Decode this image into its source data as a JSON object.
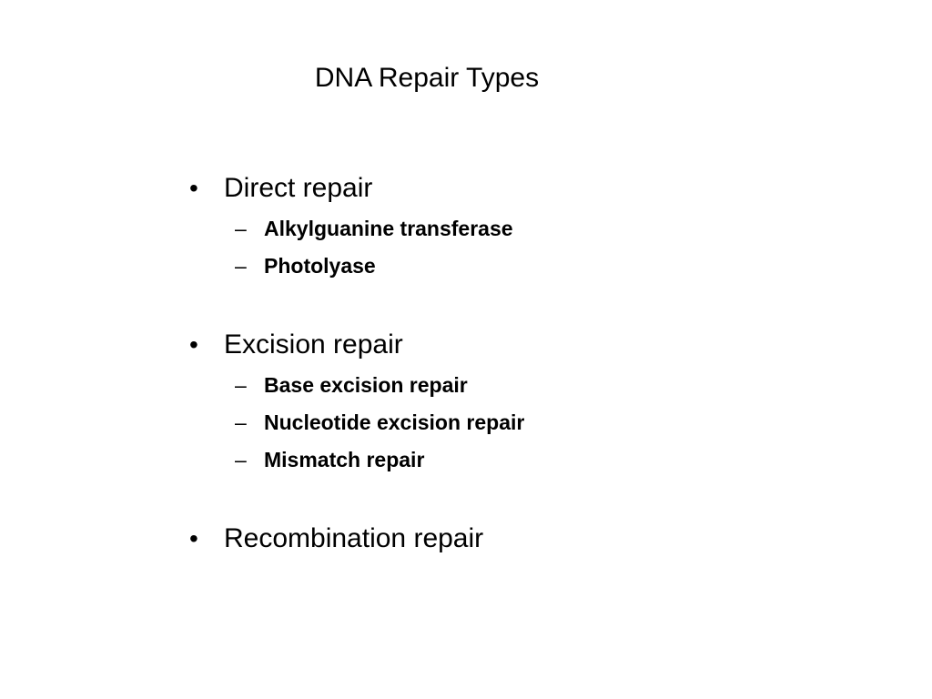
{
  "slide": {
    "title": "DNA Repair Types",
    "bullet_marker": "•",
    "sub_marker": "–",
    "sections": [
      {
        "label": "Direct repair",
        "items": [
          "Alkylguanine transferase",
          "Photolyase"
        ]
      },
      {
        "label": "Excision repair",
        "items": [
          "Base excision repair",
          "Nucleotide excision repair",
          "Mismatch repair"
        ]
      },
      {
        "label": "Recombination repair",
        "items": []
      }
    ]
  }
}
